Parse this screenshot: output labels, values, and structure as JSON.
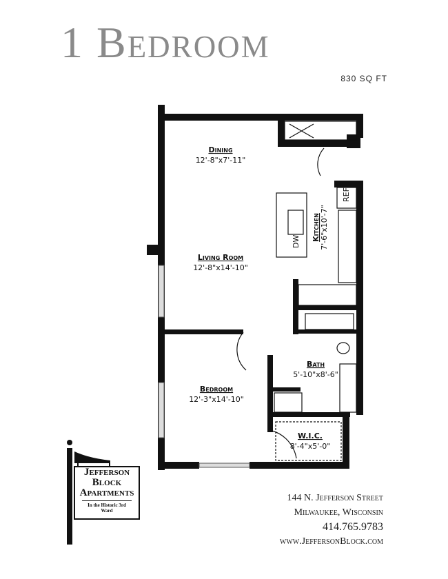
{
  "header": {
    "title": "1 Bedroom",
    "area": "830 SQ FT"
  },
  "rooms": {
    "dining": {
      "name": "Dining",
      "size": "12'-8\"x7'-11\""
    },
    "living": {
      "name": "Living Room",
      "size": "12'-8\"x14'-10\""
    },
    "kitchen": {
      "name": "Kitchen",
      "size": "7'-6\"x10'-7\""
    },
    "bedroom": {
      "name": "Bedroom",
      "size": "12'-3\"x14'-10\""
    },
    "bath": {
      "name": "Bath",
      "size": "5'-10\"x8'-6\""
    },
    "wic": {
      "name": "W.I.C.",
      "size": "8'-4\"x5'-0\""
    },
    "appliances": {
      "ref": "REF",
      "dw": "DW"
    }
  },
  "logo": {
    "line1": "Jefferson",
    "line2": "Block",
    "line3": "Apartments",
    "tagline": "In the Historic 3rd Ward"
  },
  "contact": {
    "street": "144 N. Jefferson Street",
    "city": "Milwaukee, Wisconsin",
    "phone": "414.765.9783",
    "website": "www.JeffersonBlock.com"
  }
}
